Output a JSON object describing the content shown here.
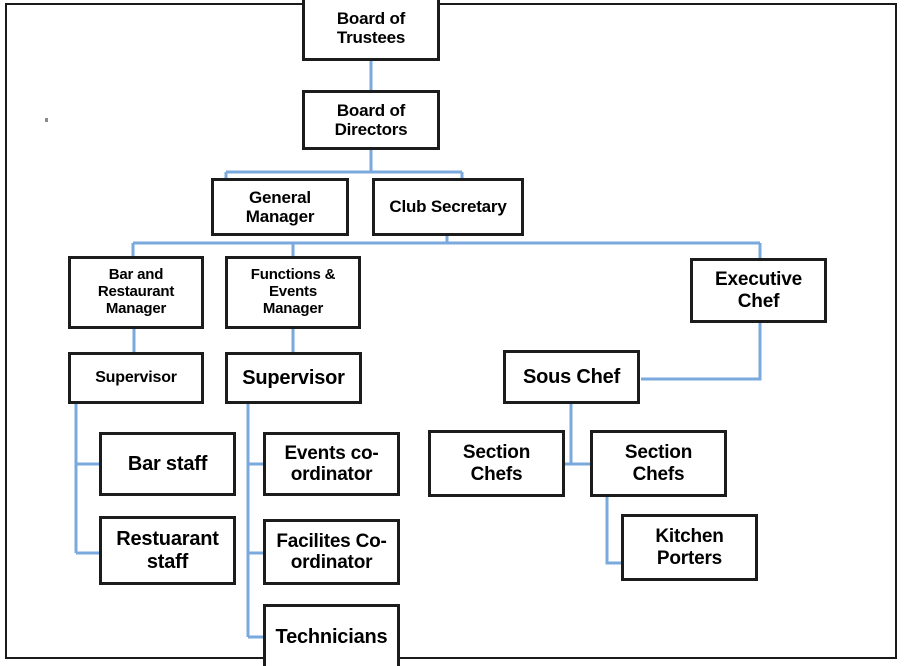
{
  "chart_data": {
    "type": "diagram",
    "title": "Club Organisational Chart",
    "diagram_kind": "organizational-chart",
    "line_color": "#7aa9dd",
    "box_border_color": "#1c1c1c",
    "background_color": "#ffffff",
    "nodes": [
      {
        "id": "board-of-trustees",
        "label": "Board of\nTrustees",
        "level": 0
      },
      {
        "id": "board-of-directors",
        "label": "Board of\nDirectors",
        "level": 1
      },
      {
        "id": "general-manager",
        "label": "General\nManager",
        "level": 2
      },
      {
        "id": "club-secretary",
        "label": "Club Secretary",
        "level": 2
      },
      {
        "id": "bar-restaurant-manager",
        "label": "Bar and\nRestaurant\nManager",
        "level": 3
      },
      {
        "id": "functions-events-manager",
        "label": "Functions &\nEvents\nManager",
        "level": 3
      },
      {
        "id": "executive-chef",
        "label": "Executive\nChef",
        "level": 3
      },
      {
        "id": "supervisor-bar",
        "label": "Supervisor",
        "level": 4
      },
      {
        "id": "supervisor-events",
        "label": "Supervisor",
        "level": 4
      },
      {
        "id": "sous-chef",
        "label": "Sous Chef",
        "level": 4
      },
      {
        "id": "bar-staff",
        "label": "Bar staff",
        "level": 5
      },
      {
        "id": "restuarant-staff",
        "label": "Restuarant\nstaff",
        "level": 5
      },
      {
        "id": "events-coordinator",
        "label": "Events co-\nordinator",
        "level": 5
      },
      {
        "id": "facilites-coordinator",
        "label": "Facilites Co-\nordinator",
        "level": 5
      },
      {
        "id": "technicians",
        "label": "Technicians",
        "level": 5
      },
      {
        "id": "section-chefs-left",
        "label": "Section\nChefs",
        "level": 5
      },
      {
        "id": "section-chefs-right",
        "label": "Section\nChefs",
        "level": 5
      },
      {
        "id": "kitchen-porters",
        "label": "Kitchen\nPorters",
        "level": 6
      }
    ],
    "edges": [
      {
        "from": "board-of-trustees",
        "to": "board-of-directors"
      },
      {
        "from": "board-of-directors",
        "to": "general-manager"
      },
      {
        "from": "board-of-directors",
        "to": "club-secretary"
      },
      {
        "from": "club-secretary",
        "to": "bar-restaurant-manager"
      },
      {
        "from": "club-secretary",
        "to": "functions-events-manager"
      },
      {
        "from": "club-secretary",
        "to": "executive-chef"
      },
      {
        "from": "bar-restaurant-manager",
        "to": "supervisor-bar"
      },
      {
        "from": "functions-events-manager",
        "to": "supervisor-events"
      },
      {
        "from": "executive-chef",
        "to": "sous-chef"
      },
      {
        "from": "supervisor-bar",
        "to": "bar-staff"
      },
      {
        "from": "supervisor-bar",
        "to": "restuarant-staff"
      },
      {
        "from": "supervisor-events",
        "to": "events-coordinator"
      },
      {
        "from": "supervisor-events",
        "to": "facilites-coordinator"
      },
      {
        "from": "supervisor-events",
        "to": "technicians"
      },
      {
        "from": "sous-chef",
        "to": "section-chefs-left"
      },
      {
        "from": "sous-chef",
        "to": "section-chefs-right"
      },
      {
        "from": "section-chefs-right",
        "to": "kitchen-porters"
      }
    ]
  },
  "labels": {
    "board_of_trustees_l1": "Board of",
    "board_of_trustees_l2": "Trustees",
    "board_of_directors_l1": "Board of",
    "board_of_directors_l2": "Directors",
    "general_manager_l1": "General",
    "general_manager_l2": "Manager",
    "club_secretary": "Club Secretary",
    "bar_restaurant_manager_l1": "Bar and",
    "bar_restaurant_manager_l2": "Restaurant",
    "bar_restaurant_manager_l3": "Manager",
    "functions_events_manager_l1": "Functions &",
    "functions_events_manager_l2": "Events",
    "functions_events_manager_l3": "Manager",
    "executive_chef_l1": "Executive",
    "executive_chef_l2": "Chef",
    "supervisor_bar": "Supervisor",
    "supervisor_events": "Supervisor",
    "sous_chef": "Sous Chef",
    "bar_staff": "Bar staff",
    "restuarant_staff_l1": "Restuarant",
    "restuarant_staff_l2": "staff",
    "events_coordinator_l1": "Events co-",
    "events_coordinator_l2": "ordinator",
    "facilites_coordinator_l1": "Facilites Co-",
    "facilites_coordinator_l2": "ordinator",
    "technicians": "Technicians",
    "section_chefs_left_l1": "Section",
    "section_chefs_left_l2": "Chefs",
    "section_chefs_right_l1": "Section",
    "section_chefs_right_l2": "Chefs",
    "kitchen_porters_l1": "Kitchen",
    "kitchen_porters_l2": "Porters"
  }
}
